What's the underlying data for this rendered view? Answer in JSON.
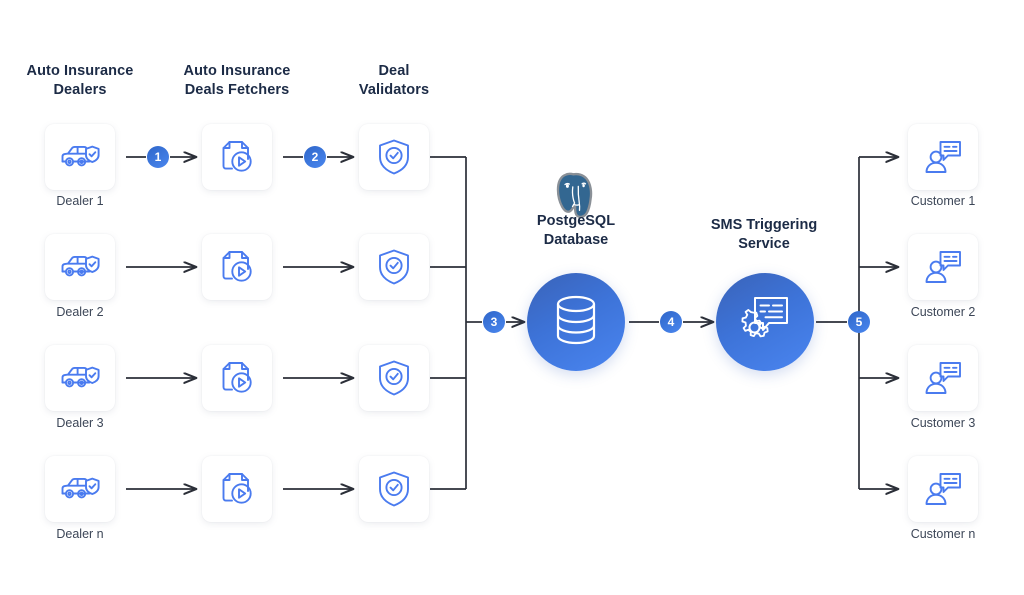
{
  "diagram": {
    "title_columns": [
      {
        "label": "Auto Insurance\nDealers"
      },
      {
        "label": "Auto Insurance\nDeals Fetchers"
      },
      {
        "label": "Deal\nValidators"
      }
    ],
    "dealers": [
      {
        "label": "Dealer 1",
        "icon": "car-shield-icon"
      },
      {
        "label": "Dealer 2",
        "icon": "car-shield-icon"
      },
      {
        "label": "Dealer 3",
        "icon": "car-shield-icon"
      },
      {
        "label": "Dealer n",
        "icon": "car-shield-icon"
      }
    ],
    "fetchers": [
      {
        "icon": "document-play-icon"
      },
      {
        "icon": "document-play-icon"
      },
      {
        "icon": "document-play-icon"
      },
      {
        "icon": "document-play-icon"
      }
    ],
    "validators": [
      {
        "icon": "shield-check-icon"
      },
      {
        "icon": "shield-check-icon"
      },
      {
        "icon": "shield-check-icon"
      },
      {
        "icon": "shield-check-icon"
      }
    ],
    "services": [
      {
        "name": "postgres-database",
        "title": "PostgeSQL\nDatabase",
        "icon": "database-cylinder-icon",
        "logo": "postgresql-elephant-logo"
      },
      {
        "name": "sms-triggering-service",
        "title": "SMS Triggering\nService",
        "icon": "message-gear-icon"
      }
    ],
    "customers": [
      {
        "label": "Customer 1",
        "icon": "person-chat-icon"
      },
      {
        "label": "Customer 2",
        "icon": "person-chat-icon"
      },
      {
        "label": "Customer 3",
        "icon": "person-chat-icon"
      },
      {
        "label": "Customer n",
        "icon": "person-chat-icon"
      }
    ],
    "steps": [
      {
        "number": "1"
      },
      {
        "number": "2"
      },
      {
        "number": "3"
      },
      {
        "number": "4"
      },
      {
        "number": "5"
      }
    ],
    "colors": {
      "icon_blue": "#4a7bef",
      "heading_navy": "#1c2b46",
      "label_slate": "#3c4657",
      "arrow_dark": "#2b2f38",
      "circle_gradient_start": "#3a63b8",
      "circle_gradient_end": "#4a85f0",
      "badge_blue": "#3f7ae0",
      "page_background": "#ffffff",
      "card_background": "#ffffff"
    }
  }
}
